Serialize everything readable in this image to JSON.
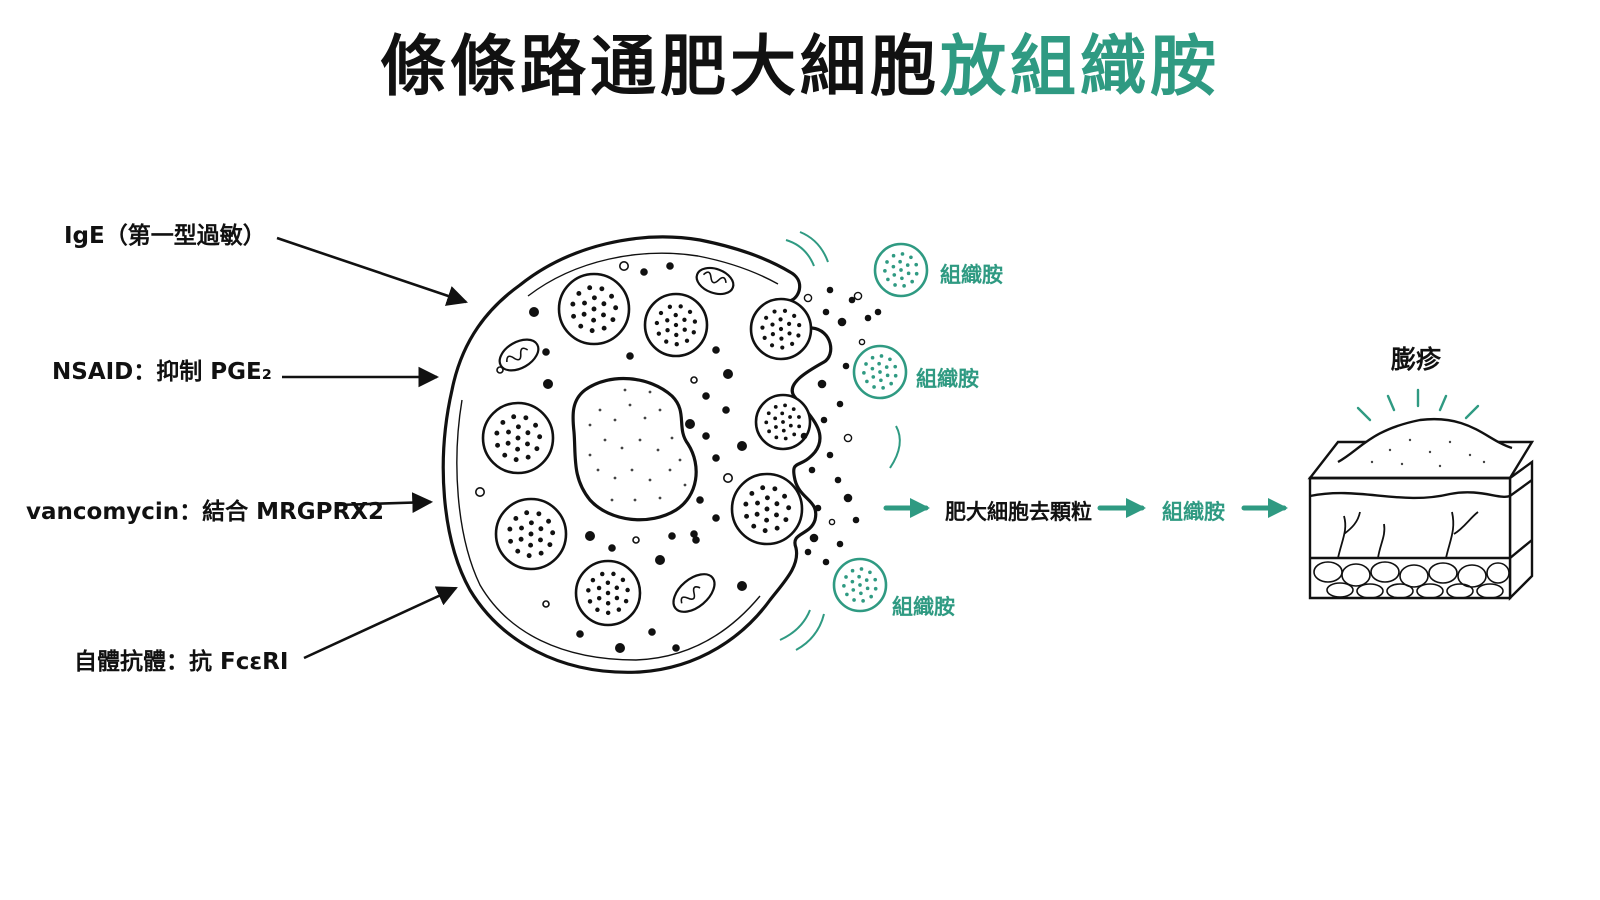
{
  "title": {
    "main": "條條路通肥大細胞",
    "accent": "放組織胺"
  },
  "triggers": [
    "IgE（第一型過敏）",
    "NSAID：抑制 PGE₂",
    "vancomycin：結合 MRGPRX2",
    "自體抗體：抗 FcεRI"
  ],
  "histamine_labels": [
    "組織胺",
    "組織胺",
    "組織胺"
  ],
  "flow": {
    "degranulation": "肥大細胞去顆粒",
    "histamine": "組織胺"
  },
  "skin": {
    "label": "膨疹"
  },
  "colors": {
    "accent": "#2f9a82",
    "ink": "#111111"
  }
}
